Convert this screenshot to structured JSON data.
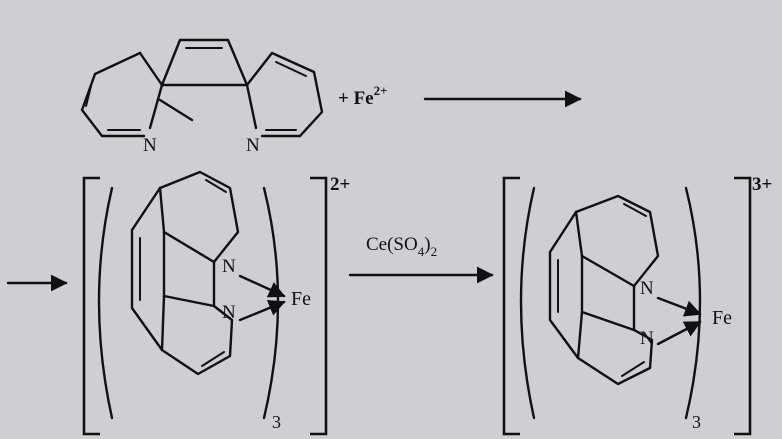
{
  "reaction": {
    "plus_fe": "+ Fe",
    "fe_charge": "2+",
    "reagent": "Ce(SO",
    "reagent_sub": "4",
    "reagent_close": ")",
    "reagent_sub2": "2"
  },
  "phen_free": {
    "n_left": "N",
    "n_right": "N"
  },
  "complex_fe2": {
    "n_top": "N",
    "n_bottom": "N",
    "metal": "Fe",
    "charge": "2+",
    "count": "3"
  },
  "complex_fe3": {
    "n_top": "N",
    "n_bottom": "N",
    "metal": "Fe",
    "charge": "3+",
    "count": "3"
  },
  "colors": {
    "ink": "#111111",
    "paper": "#cfcfd1"
  }
}
